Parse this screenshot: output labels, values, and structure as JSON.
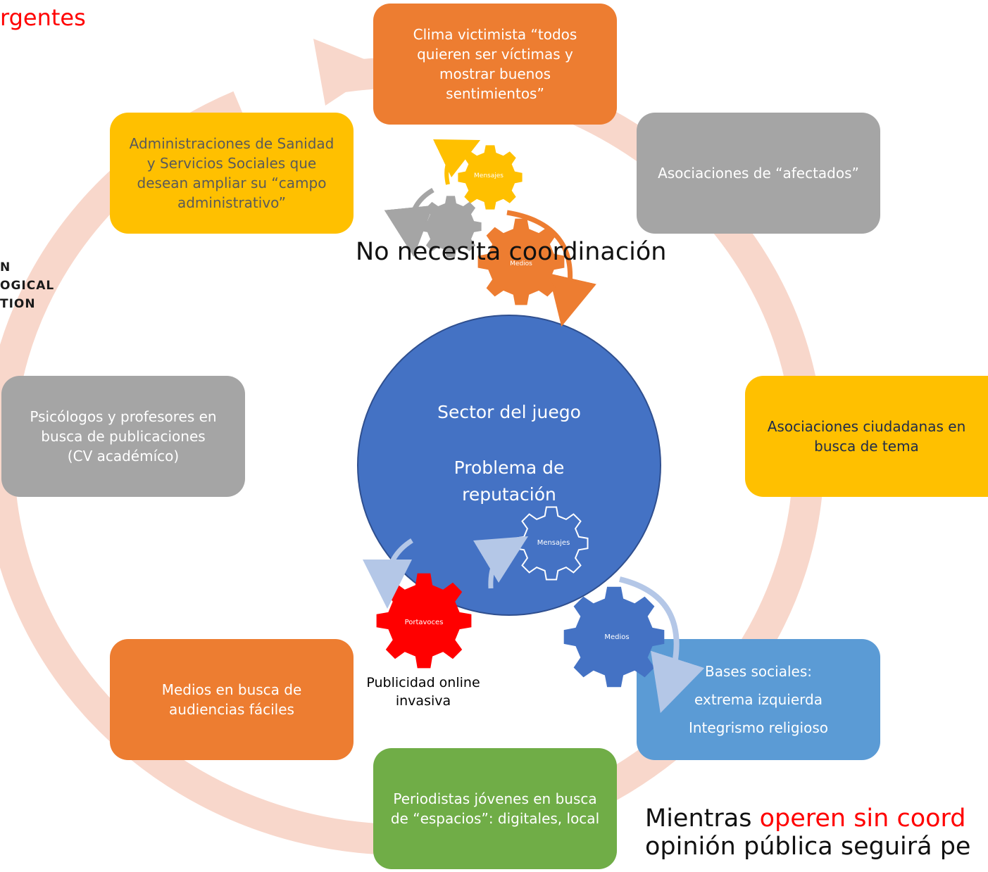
{
  "title_fragment": "rgentes",
  "logo_lines": [
    "N",
    "OGICAL",
    "TION"
  ],
  "cycle_boxes": {
    "top": [
      "Clima victimista “todos",
      "quieren ser víctimas y",
      "mostrar buenos",
      "sentimientos”"
    ],
    "top_right": [
      "Asociaciones de “afectados”"
    ],
    "right": [
      "Asociaciones ciudadanas en",
      "busca de tema"
    ],
    "bottom_right": [
      "Bases sociales:",
      "extrema izquierda",
      "Integrismo religioso"
    ],
    "bottom": [
      "Periodistas jóvenes en busca",
      "de “espacios”: digitales, local"
    ],
    "bottom_left": [
      "Medios en busca de",
      "audiencias fáciles"
    ],
    "left": [
      "Psicólogos y profesores en",
      "busca de publicaciones",
      "(CV académíco)"
    ],
    "top_left": [
      "Administraciones de Sanidad",
      "y Servicios Sociales que",
      "desean ampliar su “campo",
      "administrativo”"
    ]
  },
  "center": {
    "line1": "Sector del juego",
    "line2": "Problema de",
    "line3": "reputación"
  },
  "coordination_label": "No necesita coordinación",
  "gears": {
    "top_yellow": "Mensajes",
    "top_orange": "Medios",
    "center_outline": "Mensajes",
    "portavoces": "Portavoces",
    "medios_blue": "Medios"
  },
  "publicidad_label": [
    "Publicidad online",
    "invasiva"
  ],
  "bottom_text": {
    "line1_a": "Mientras ",
    "line1_b": "operen sin coord",
    "line2": "opinión pública seguirá pe"
  },
  "colors": {
    "orange": "#ed7d31",
    "gray": "#a5a5a5",
    "yellow": "#ffc000",
    "light_blue": "#5b9bd5",
    "green": "#70ad47",
    "center_blue": "#4472c4",
    "ring": "#f8d7cb",
    "red": "#ff0000"
  }
}
